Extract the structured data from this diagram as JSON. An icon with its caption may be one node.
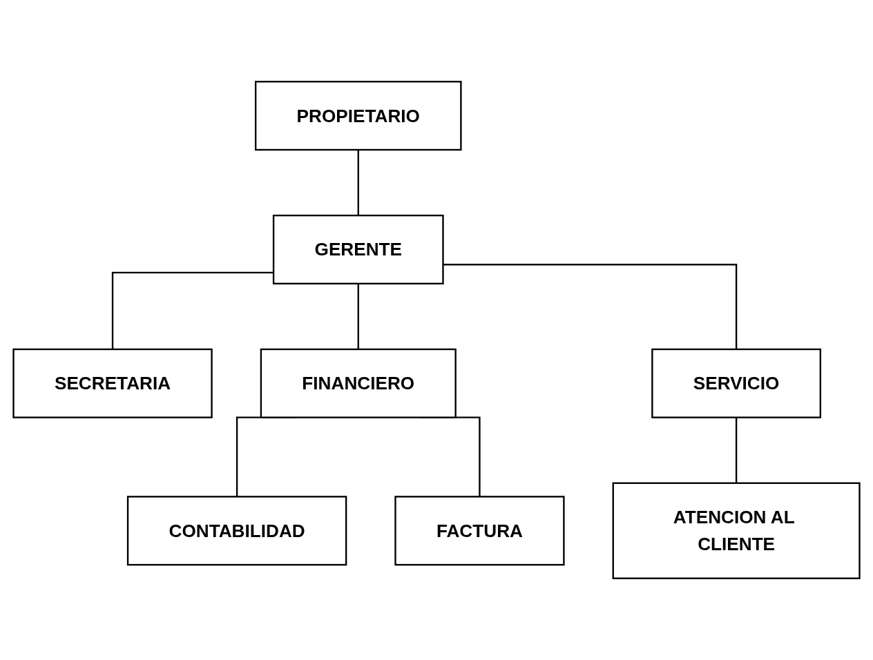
{
  "diagram": {
    "nodes": [
      {
        "text": [
          "PROPIETARIO"
        ]
      },
      {
        "text": [
          "GERENTE"
        ]
      },
      {
        "text": [
          "SECRETARIA"
        ]
      },
      {
        "text": [
          "FINANCIERO"
        ]
      },
      {
        "text": [
          "SERVICIO"
        ]
      },
      {
        "text": [
          "CONTABILIDAD"
        ]
      },
      {
        "text": [
          "FACTURA"
        ]
      },
      {
        "text": [
          "ATENCION AL CLIENTE"
        ]
      }
    ],
    "edges": [
      {
        "from": 0,
        "to": 1,
        "arrow": "none"
      },
      {
        "from": 1,
        "to": 2,
        "arrow": "none"
      },
      {
        "from": 1,
        "to": 3,
        "arrow": "none"
      },
      {
        "from": 1,
        "to": 4,
        "arrow": "none"
      },
      {
        "from": 3,
        "to": 5,
        "arrow": "none"
      },
      {
        "from": 3,
        "to": 6,
        "arrow": "none"
      },
      {
        "from": 4,
        "to": 7,
        "arrow": "none"
      }
    ]
  }
}
